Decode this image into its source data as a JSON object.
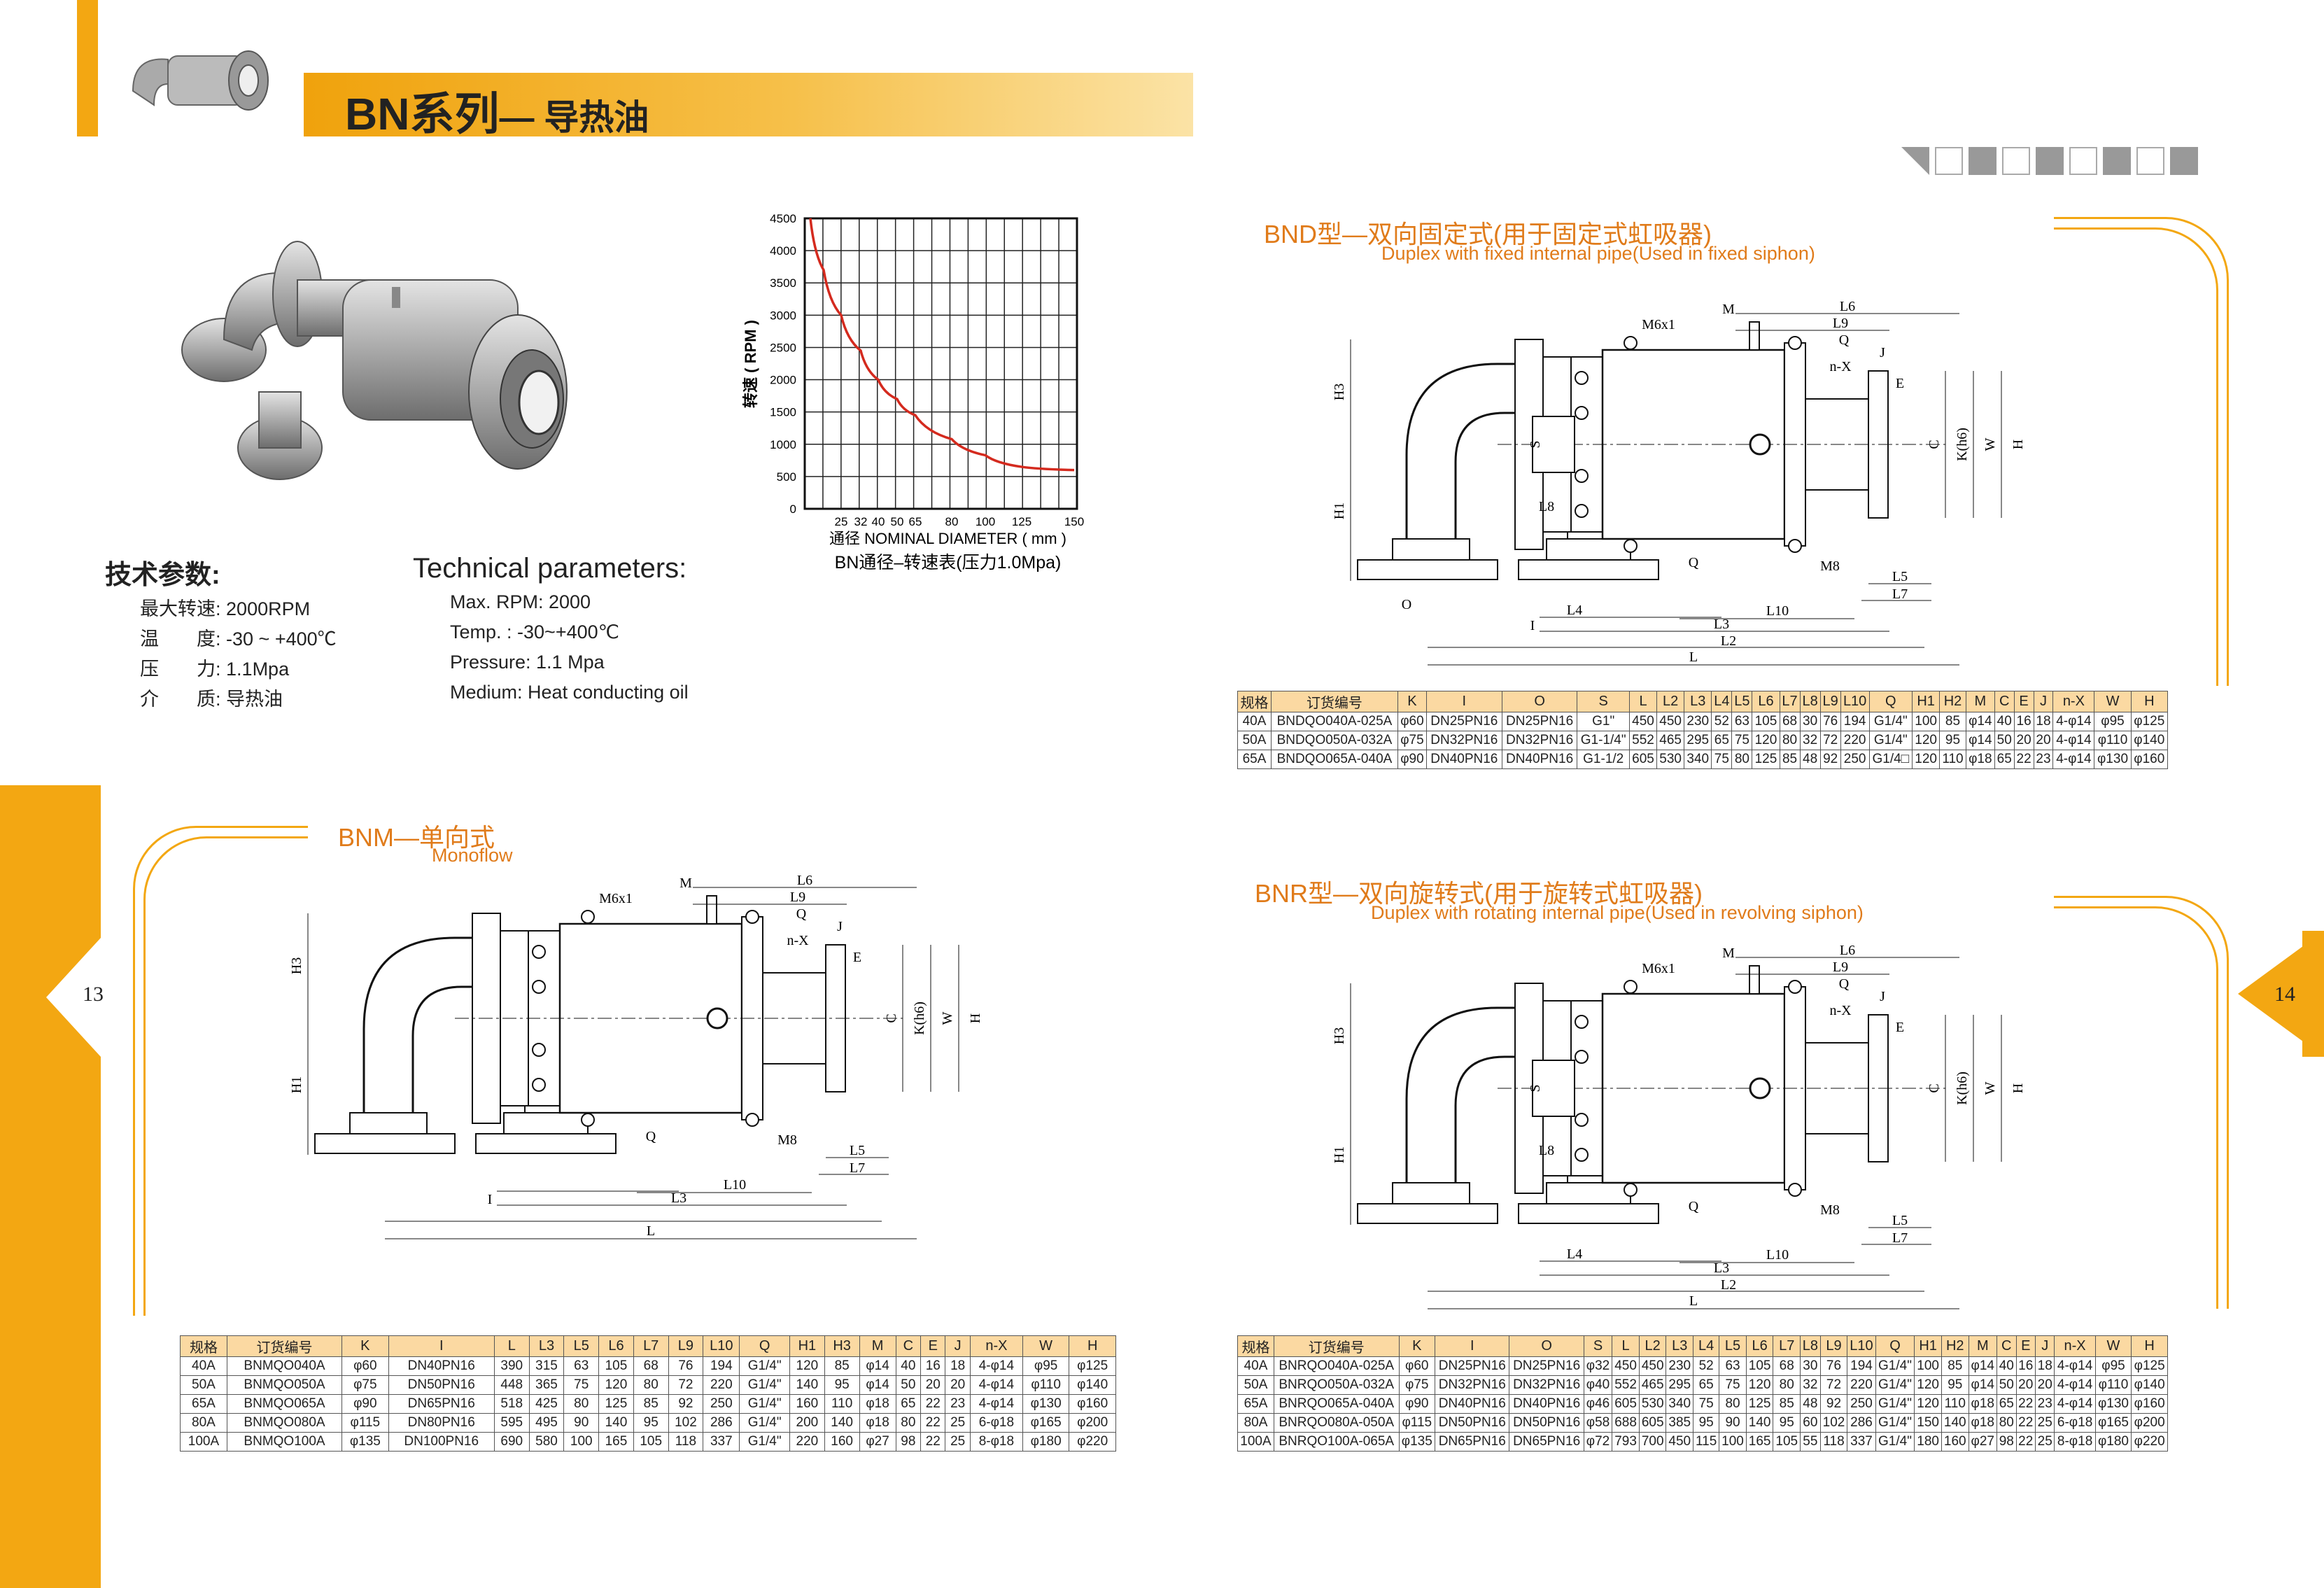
{
  "header": {
    "title": "BN系列",
    "subtitle": "— 导热油"
  },
  "params_cn": {
    "heading": "技术参数:",
    "rows": [
      {
        "label": "最大转速:",
        "value": "2000RPM"
      },
      {
        "label": "温　　度:",
        "value": "-30 ~ +400℃"
      },
      {
        "label": "压　　力:",
        "value": "1.1Mpa"
      },
      {
        "label": "介　　质:",
        "value": "导热油"
      }
    ]
  },
  "params_en": {
    "heading": "Technical parameters:",
    "rows": [
      "Max. RPM: 2000",
      "Temp. : -30~+400℃",
      "Pressure: 1.1 Mpa",
      "Medium: Heat conducting oil"
    ]
  },
  "chart_data": {
    "type": "line",
    "title": "BN通径–转速表(压力1.0Mpa)",
    "xlabel": "通径 NOMINAL DIAMETER ( mm )",
    "ylabel": "转速 ( RPM )",
    "ylim": [
      0,
      4500
    ],
    "yticks": [
      "0",
      "500",
      "1000",
      "1500",
      "2000",
      "2500",
      "3000",
      "3500",
      "4000",
      "4500"
    ],
    "xticks": [
      "25",
      "32",
      "40",
      "50",
      "65",
      "80",
      "100",
      "125",
      "150"
    ],
    "grid": true,
    "series": [
      {
        "name": "RPM",
        "color": "#d42a1e",
        "points": [
          [
            15,
            4500
          ],
          [
            20,
            3700
          ],
          [
            25,
            3000
          ],
          [
            32,
            2450
          ],
          [
            40,
            2000
          ],
          [
            50,
            1700
          ],
          [
            65,
            1450
          ],
          [
            80,
            1080
          ],
          [
            100,
            830
          ],
          [
            125,
            650
          ],
          [
            150,
            600
          ]
        ]
      }
    ]
  },
  "bnd": {
    "title": "BND型—双向固定式(用于固定式虹吸器)",
    "subtitle": "Duplex with fixed internal pipe(Used in fixed siphon)",
    "labels": {
      "m6": "M6x1",
      "m": "M",
      "l6": "L6",
      "l9": "L9",
      "q1": "Q",
      "j": "J",
      "nx": "n-X",
      "e": "E",
      "h3": "H3",
      "h1": "H1",
      "s": "S",
      "l8": "L8",
      "c": "C",
      "k": "K(h6)",
      "w": "W",
      "h": "H",
      "m8": "M8",
      "l5": "L5",
      "l7": "L7",
      "l10": "L10",
      "l3": "L3",
      "l4": "L4",
      "l2": "L2",
      "l": "L",
      "i": "I",
      "o": "O",
      "q2": "Q"
    },
    "table": {
      "headers": [
        "规格",
        "订货编号",
        "K",
        "I",
        "O",
        "S",
        "L",
        "L2",
        "L3",
        "L4",
        "L5",
        "L6",
        "L7",
        "L8",
        "L9",
        "L10",
        "Q",
        "H1",
        "H2",
        "M",
        "C",
        "E",
        "J",
        "n-X",
        "W",
        "H"
      ],
      "rows": [
        [
          "40A",
          "BNDQO040A-025A",
          "φ60",
          "DN25PN16",
          "DN25PN16",
          "G1\"",
          "450",
          "450",
          "230",
          "52",
          "63",
          "105",
          "68",
          "30",
          "76",
          "194",
          "G1/4\"",
          "100",
          "85",
          "φ14",
          "40",
          "16",
          "18",
          "4-φ14",
          "φ95",
          "φ125"
        ],
        [
          "50A",
          "BNDQO050A-032A",
          "φ75",
          "DN32PN16",
          "DN32PN16",
          "G1-1/4\"",
          "552",
          "465",
          "295",
          "65",
          "75",
          "120",
          "80",
          "32",
          "72",
          "220",
          "G1/4\"",
          "120",
          "95",
          "φ14",
          "50",
          "20",
          "20",
          "4-φ14",
          "φ110",
          "φ140"
        ],
        [
          "65A",
          "BNDQO065A-040A",
          "φ90",
          "DN40PN16",
          "DN40PN16",
          "G1-1/2",
          "605",
          "530",
          "340",
          "75",
          "80",
          "125",
          "85",
          "48",
          "92",
          "250",
          "G1/4□",
          "120",
          "110",
          "φ18",
          "65",
          "22",
          "23",
          "4-φ14",
          "φ130",
          "φ160"
        ]
      ]
    }
  },
  "bnm": {
    "title": "BNM—单向式",
    "subtitle": "Monoflow",
    "labels": {
      "m6": "M6x1",
      "m": "M",
      "l6": "L6",
      "l9": "L9",
      "q1": "Q",
      "j": "J",
      "nx": "n-X",
      "e": "E",
      "h3": "H3",
      "h1": "H1",
      "c": "C",
      "k": "K(h6)",
      "w": "W",
      "h": "H",
      "m8": "M8",
      "l5": "L5",
      "l7": "L7",
      "l10": "L10",
      "l3": "L3",
      "l": "L",
      "i": "I",
      "q2": "Q"
    },
    "table": {
      "headers": [
        "规格",
        "订货编号",
        "K",
        "I",
        "L",
        "L3",
        "L5",
        "L6",
        "L7",
        "L9",
        "L10",
        "Q",
        "H1",
        "H3",
        "M",
        "C",
        "E",
        "J",
        "n-X",
        "W",
        "H"
      ],
      "rows": [
        [
          "40A",
          "BNMQO040A",
          "φ60",
          "DN40PN16",
          "390",
          "315",
          "63",
          "105",
          "68",
          "76",
          "194",
          "G1/4\"",
          "120",
          "85",
          "φ14",
          "40",
          "16",
          "18",
          "4-φ14",
          "φ95",
          "φ125"
        ],
        [
          "50A",
          "BNMQO050A",
          "φ75",
          "DN50PN16",
          "448",
          "365",
          "75",
          "120",
          "80",
          "72",
          "220",
          "G1/4\"",
          "140",
          "95",
          "φ14",
          "50",
          "20",
          "20",
          "4-φ14",
          "φ110",
          "φ140"
        ],
        [
          "65A",
          "BNMQO065A",
          "φ90",
          "DN65PN16",
          "518",
          "425",
          "80",
          "125",
          "85",
          "92",
          "250",
          "G1/4\"",
          "160",
          "110",
          "φ18",
          "65",
          "22",
          "23",
          "4-φ14",
          "φ130",
          "φ160"
        ],
        [
          "80A",
          "BNMQO080A",
          "φ115",
          "DN80PN16",
          "595",
          "495",
          "90",
          "140",
          "95",
          "102",
          "286",
          "G1/4\"",
          "200",
          "140",
          "φ18",
          "80",
          "22",
          "25",
          "6-φ18",
          "φ165",
          "φ200"
        ],
        [
          "100A",
          "BNMQO100A",
          "φ135",
          "DN100PN16",
          "690",
          "580",
          "100",
          "165",
          "105",
          "118",
          "337",
          "G1/4\"",
          "220",
          "160",
          "φ27",
          "98",
          "22",
          "25",
          "8-φ18",
          "φ180",
          "φ220"
        ]
      ]
    }
  },
  "bnr": {
    "title": "BNR型—双向旋转式(用于旋转式虹吸器)",
    "subtitle": "Duplex with rotating internal pipe(Used in revolving siphon)",
    "labels": {
      "m6": "M6x1",
      "m": "M",
      "l6": "L6",
      "l9": "L9",
      "q1": "Q",
      "j": "J",
      "nx": "n-X",
      "e": "E",
      "h3": "H3",
      "h1": "H1",
      "s": "S",
      "l8": "L8",
      "c": "C",
      "k": "K(h6)",
      "w": "W",
      "h": "H",
      "m8": "M8",
      "l5": "L5",
      "l7": "L7",
      "l10": "L10",
      "l3": "L3",
      "l4": "L4",
      "l2": "L2",
      "l": "L",
      "q2": "Q"
    },
    "table": {
      "headers": [
        "规格",
        "订货编号",
        "K",
        "I",
        "O",
        "S",
        "L",
        "L2",
        "L3",
        "L4",
        "L5",
        "L6",
        "L7",
        "L8",
        "L9",
        "L10",
        "Q",
        "H1",
        "H2",
        "M",
        "C",
        "E",
        "J",
        "n-X",
        "W",
        "H"
      ],
      "rows": [
        [
          "40A",
          "BNRQO040A-025A",
          "φ60",
          "DN25PN16",
          "DN25PN16",
          "φ32",
          "450",
          "450",
          "230",
          "52",
          "63",
          "105",
          "68",
          "30",
          "76",
          "194",
          "G1/4\"",
          "100",
          "85",
          "φ14",
          "40",
          "16",
          "18",
          "4-φ14",
          "φ95",
          "φ125"
        ],
        [
          "50A",
          "BNRQO050A-032A",
          "φ75",
          "DN32PN16",
          "DN32PN16",
          "φ40",
          "552",
          "465",
          "295",
          "65",
          "75",
          "120",
          "80",
          "32",
          "72",
          "220",
          "G1/4\"",
          "120",
          "95",
          "φ14",
          "50",
          "20",
          "20",
          "4-φ14",
          "φ110",
          "φ140"
        ],
        [
          "65A",
          "BNRQO065A-040A",
          "φ90",
          "DN40PN16",
          "DN40PN16",
          "φ46",
          "605",
          "530",
          "340",
          "75",
          "80",
          "125",
          "85",
          "48",
          "92",
          "250",
          "G1/4\"",
          "120",
          "110",
          "φ18",
          "65",
          "22",
          "23",
          "4-φ14",
          "φ130",
          "φ160"
        ],
        [
          "80A",
          "BNRQO080A-050A",
          "φ115",
          "DN50PN16",
          "DN50PN16",
          "φ58",
          "688",
          "605",
          "385",
          "95",
          "90",
          "140",
          "95",
          "60",
          "102",
          "286",
          "G1/4\"",
          "150",
          "140",
          "φ18",
          "80",
          "22",
          "25",
          "6-φ18",
          "φ165",
          "φ200"
        ],
        [
          "100A",
          "BNRQO100A-065A",
          "φ135",
          "DN65PN16",
          "DN65PN16",
          "φ72",
          "793",
          "700",
          "450",
          "115",
          "100",
          "165",
          "105",
          "55",
          "118",
          "337",
          "G1/4\"",
          "180",
          "160",
          "φ27",
          "98",
          "22",
          "25",
          "8-φ18",
          "φ180",
          "φ220"
        ]
      ]
    }
  },
  "pages": {
    "left": "13",
    "right": "14"
  },
  "colors": {
    "accent": "#f3a712",
    "title": "#e07b1a",
    "curve": "#d42a1e",
    "table_header": "#fbd9a2"
  }
}
